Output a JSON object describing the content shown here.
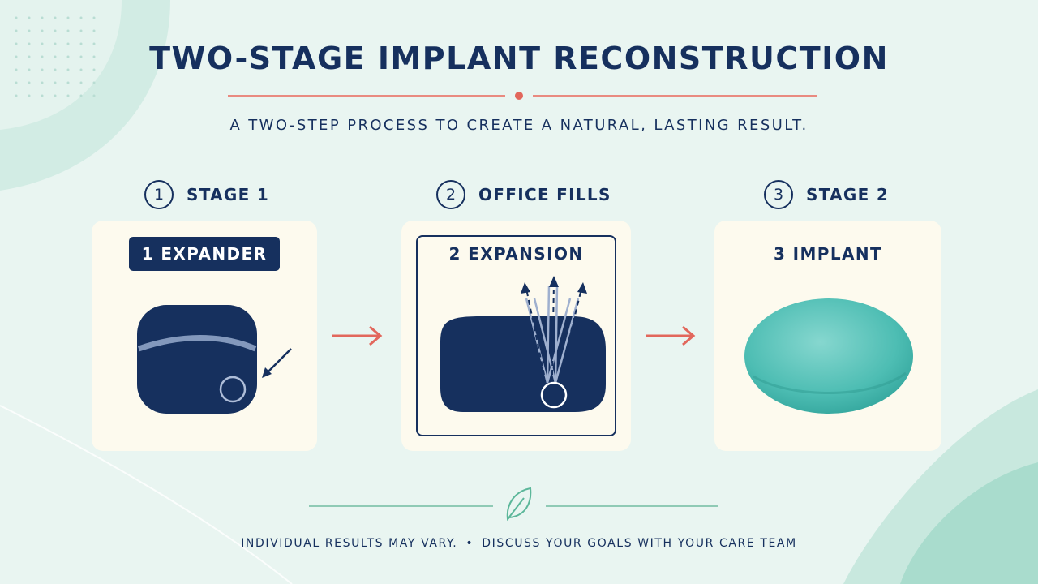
{
  "title": "TWO-STAGE IMPLANT RECONSTRUCTION",
  "subtitle": "A TWO-STEP PROCESS TO CREATE A NATURAL, LASTING RESULT.",
  "steps": [
    {
      "number": "1",
      "label": "STAGE 1",
      "card_label": "1 EXPANDER"
    },
    {
      "number": "2",
      "label": "OFFICE FILLS",
      "card_label": "2 EXPANSION"
    },
    {
      "number": "3",
      "label": "STAGE 2",
      "card_label": "3 IMPLANT"
    }
  ],
  "footer": {
    "left": "INDIVIDUAL RESULTS MAY VARY.",
    "separator": "•",
    "right": "DISCUSS YOUR GOALS WITH YOUR CARE TEAM"
  },
  "colors": {
    "navy": "#16305e",
    "accent": "#e2675c",
    "teal": "#5cc5bc",
    "card": "#fdfaee",
    "background": "#e9f5f1"
  },
  "icons": [
    "arrow-right-icon",
    "leaf-icon",
    "tissue-expander-icon",
    "fill-port-icon",
    "implant-icon"
  ]
}
